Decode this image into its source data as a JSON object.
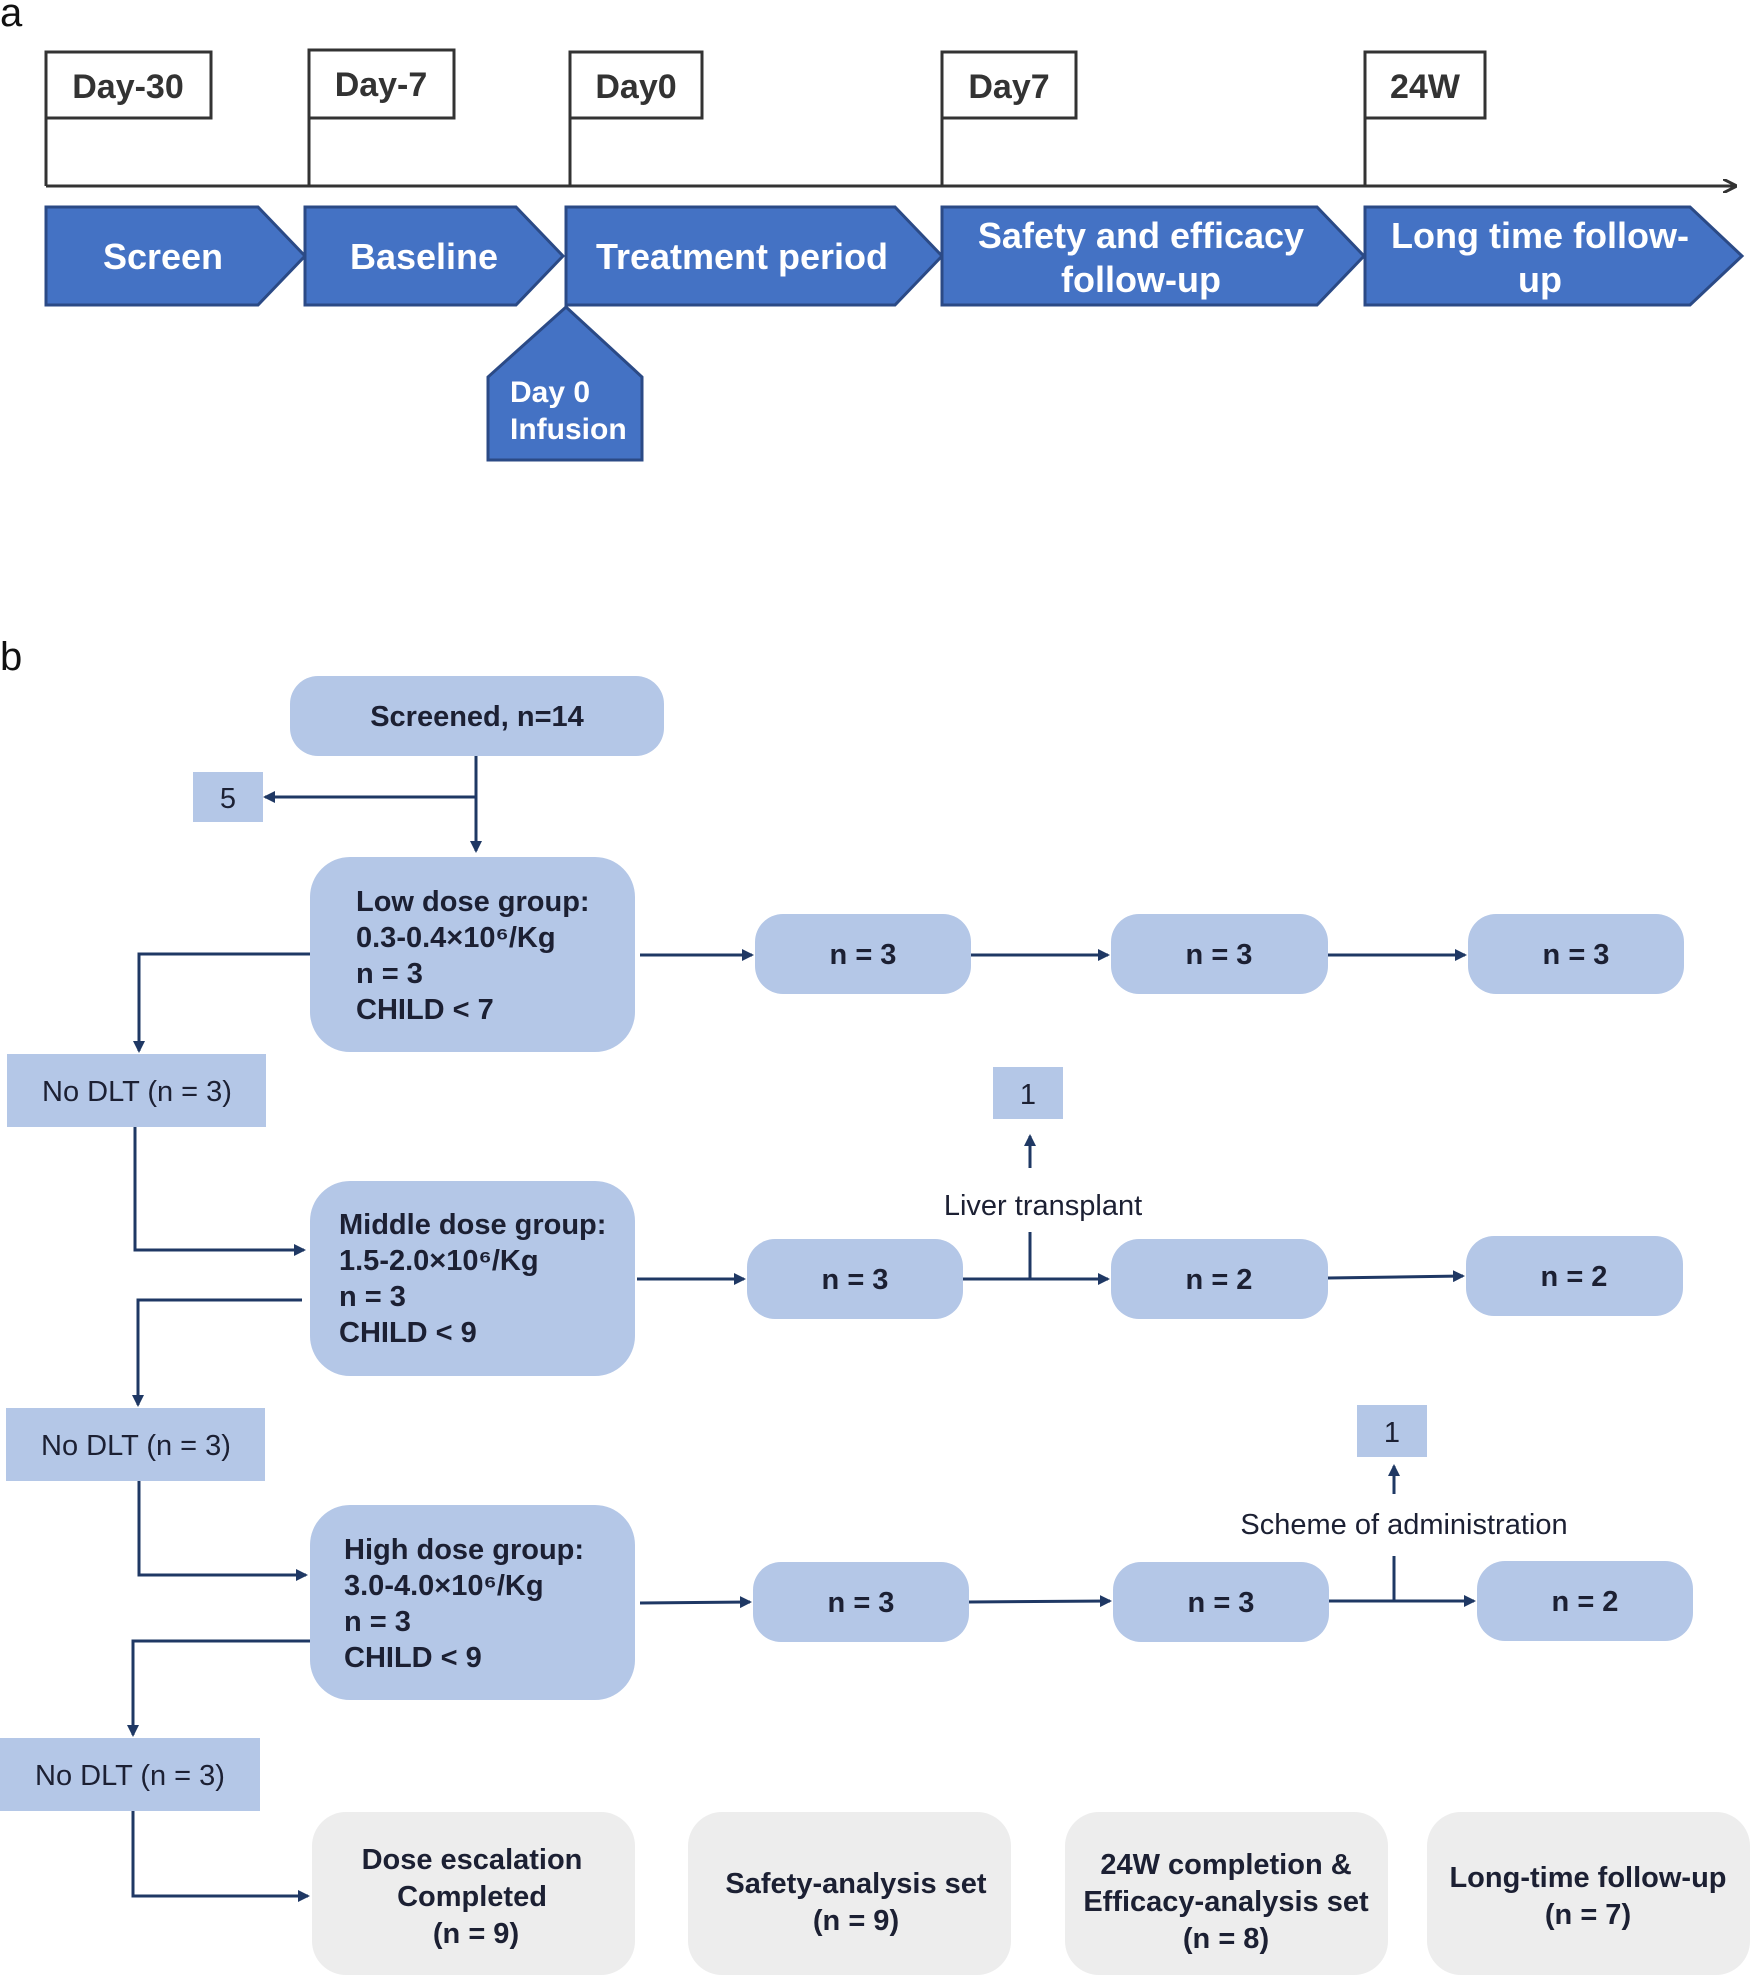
{
  "panels": {
    "a": "a",
    "b": "b"
  },
  "timeline": {
    "days": [
      "Day-30",
      "Day-7",
      "Day0",
      "Day7",
      "24W"
    ],
    "phases": [
      [
        "Screen"
      ],
      [
        "Baseline"
      ],
      [
        "Treatment period"
      ],
      [
        "Safety and efficacy",
        "follow-up"
      ],
      [
        "Long time follow-",
        "up"
      ]
    ],
    "infusion": [
      "Day 0",
      "Infusion"
    ]
  },
  "flow": {
    "screened": "Screened, n=14",
    "excluded": "5",
    "low": [
      "Low dose group:",
      "0.3-0.4×10⁶/Kg",
      "n = 3",
      "CHILD < 7"
    ],
    "middle": [
      "Middle dose group:",
      "1.5-2.0×10⁶/Kg",
      "n = 3",
      "CHILD < 9"
    ],
    "high": [
      "High dose group:",
      "3.0-4.0×10⁶/Kg",
      "n = 3",
      "CHILD < 9"
    ],
    "no_dlt": [
      "No DLT (n = 3)",
      "No DLT (n = 3)",
      "No DLT (n = 3)"
    ],
    "low_n": [
      "n = 3",
      "n = 3",
      "n = 3"
    ],
    "middle_n": [
      "n = 3",
      "n = 2",
      "n = 2"
    ],
    "high_n": [
      "n = 3",
      "n = 3",
      "n = 2"
    ],
    "dropout_middle": {
      "label": "Liver transplant",
      "count": "1"
    },
    "dropout_high": {
      "label": "Scheme of administration",
      "count": "1"
    },
    "summary": [
      [
        "Dose escalation",
        "Completed",
        "(n = 9)"
      ],
      [
        "Safety-analysis set",
        "(n = 9)"
      ],
      [
        "24W completion &",
        "Efficacy-analysis set",
        "(n = 8)"
      ],
      [
        "Long-time follow-up",
        "(n = 7)"
      ]
    ]
  },
  "colors": {
    "phase_fill": "#4472c4",
    "phase_stroke": "#2b4a86",
    "node_fill": "#b4c7e7",
    "grey_fill": "#ededed",
    "line": "#1f3864",
    "dark": "#333333"
  }
}
